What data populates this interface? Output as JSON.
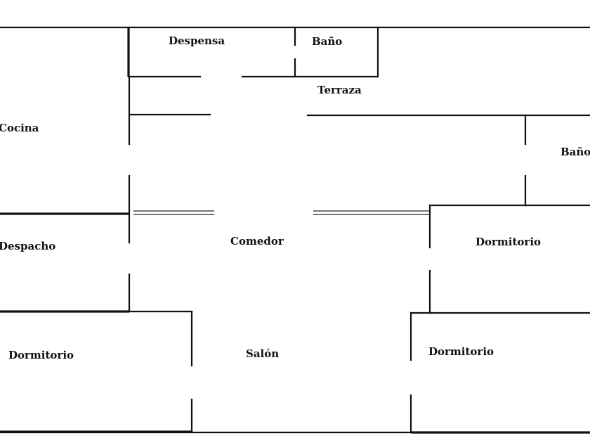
{
  "floor_plan": {
    "rooms": [
      {
        "id": "despensa",
        "label": "Despensa"
      },
      {
        "id": "bano-top",
        "label": "Baño"
      },
      {
        "id": "terraza",
        "label": "Terraza"
      },
      {
        "id": "cocina",
        "label": "Cocina"
      },
      {
        "id": "bano-right",
        "label": "Baño"
      },
      {
        "id": "comedor",
        "label": "Comedor"
      },
      {
        "id": "despacho",
        "label": "Despacho"
      },
      {
        "id": "dormitorio-right-top",
        "label": "Dormitorio"
      },
      {
        "id": "dormitorio-left",
        "label": "Dormitorio"
      },
      {
        "id": "salon",
        "label": "Salón"
      },
      {
        "id": "dormitorio-right-bottom",
        "label": "Dormitorio"
      }
    ]
  }
}
